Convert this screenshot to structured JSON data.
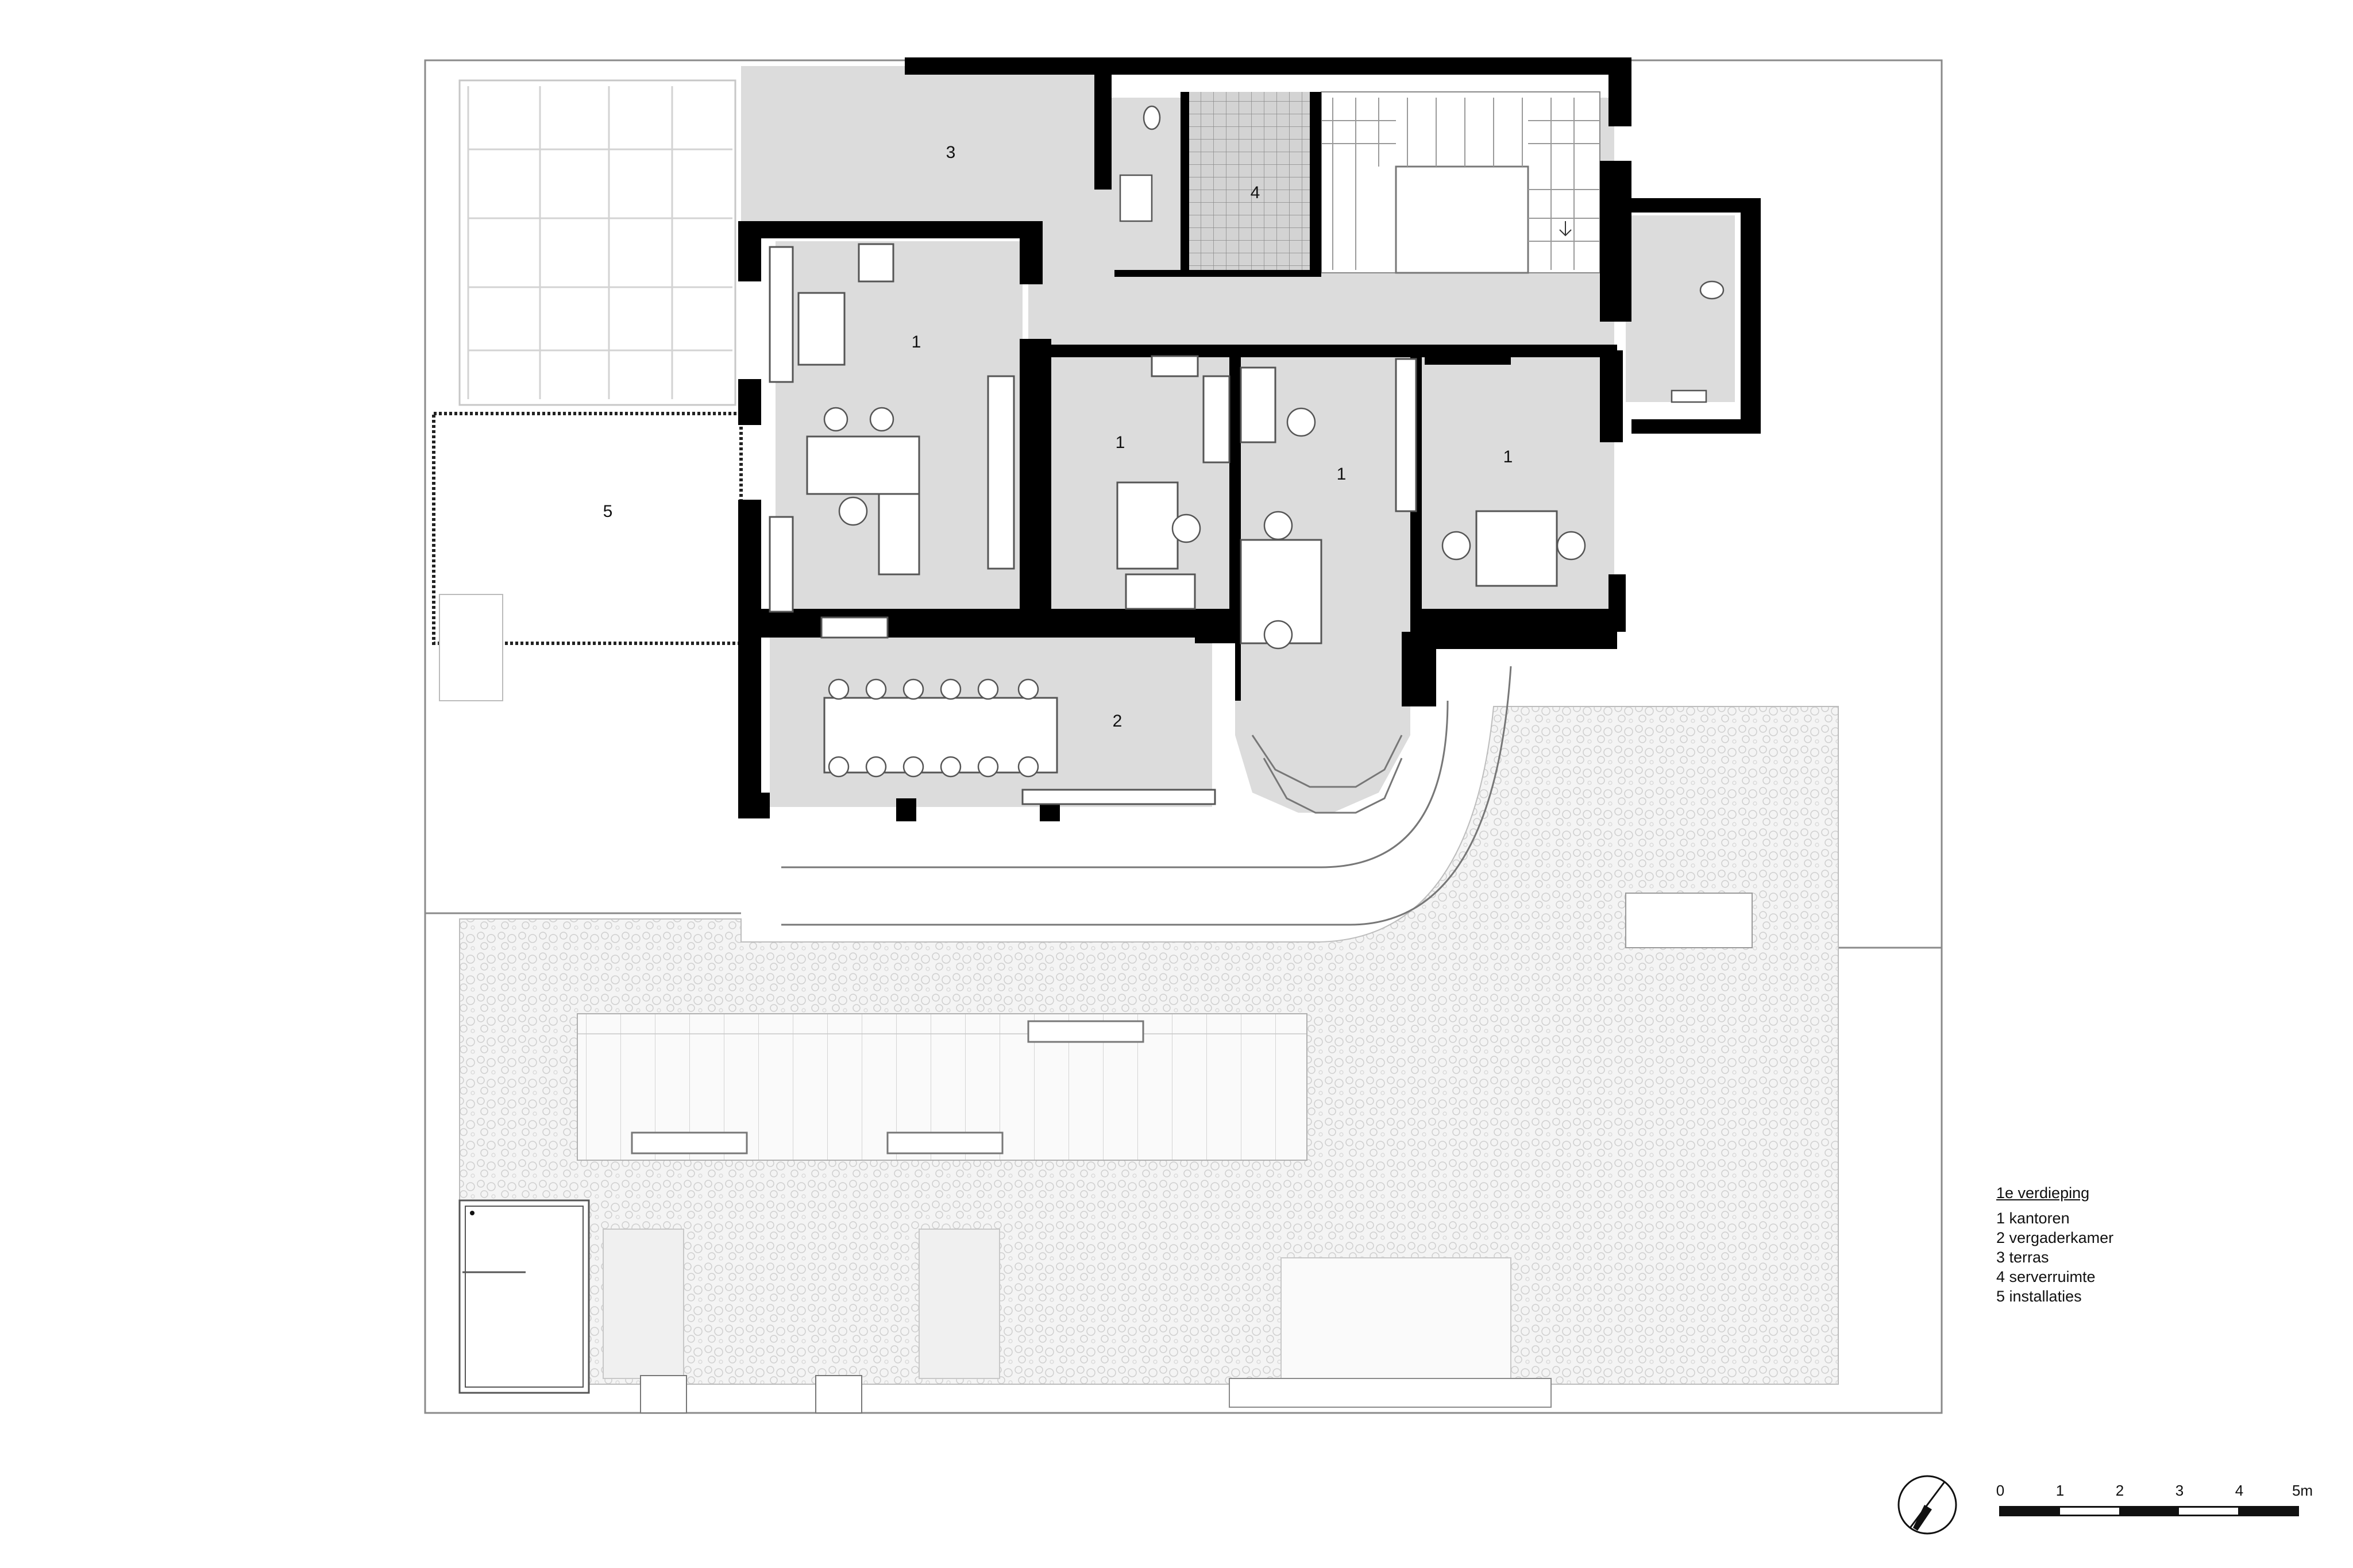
{
  "rooms": [
    {
      "label": "1"
    },
    {
      "label": "1"
    },
    {
      "label": "1"
    },
    {
      "label": "1"
    },
    {
      "label": "2"
    },
    {
      "label": "3"
    },
    {
      "label": "4"
    },
    {
      "label": "5"
    }
  ],
  "legend": {
    "title": "1e verdieping",
    "items": [
      "1 kantoren",
      "2 vergaderkamer",
      "3 terras",
      "4 serverruimte",
      "5 installaties"
    ]
  },
  "scale": {
    "labels": [
      "0",
      "1",
      "2",
      "3",
      "4",
      "5m"
    ]
  },
  "colors": {
    "wall": "#000000",
    "room_fill": "#dcdcdc",
    "line": "#6b6b6b",
    "ground": "#f3f3f3"
  },
  "icons": {
    "north_arrow": "north-arrow-icon"
  }
}
